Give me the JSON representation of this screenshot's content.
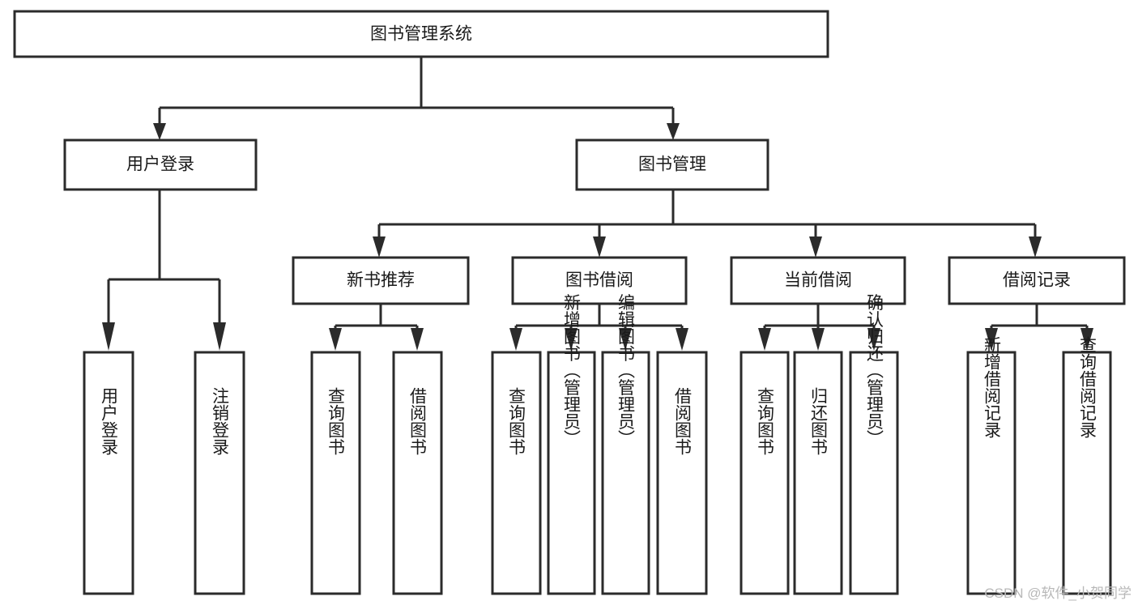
{
  "diagram": {
    "title": "图书管理系统",
    "type": "tree",
    "orientation": "top-down",
    "colors": {
      "box_stroke": "#2b2b2b",
      "box_fill": "#ffffff",
      "text": "#1a1a1a",
      "connector": "#2b2b2b",
      "watermark": "#b8b8b8",
      "background": "#ffffff"
    },
    "levels": {
      "root": {
        "label": "图书管理系统"
      },
      "level2": [
        {
          "label": "用户登录"
        },
        {
          "label": "图书管理"
        }
      ],
      "level3": [
        {
          "label": "新书推荐"
        },
        {
          "label": "图书借阅"
        },
        {
          "label": "当前借阅"
        },
        {
          "label": "借阅记录"
        }
      ],
      "level4": [
        {
          "label": "用户登录",
          "parent": "用户登录"
        },
        {
          "label": "注销登录",
          "parent": "用户登录"
        },
        {
          "label": "查询图书",
          "parent": "新书推荐"
        },
        {
          "label": "借阅图书",
          "parent": "新书推荐"
        },
        {
          "label": "查询图书",
          "parent": "图书借阅"
        },
        {
          "label": "新增图书（管理员）",
          "parent": "图书借阅"
        },
        {
          "label": "编辑图书（管理员）",
          "parent": "图书借阅"
        },
        {
          "label": "借阅图书",
          "parent": "图书借阅"
        },
        {
          "label": "查询图书",
          "parent": "当前借阅"
        },
        {
          "label": "归还图书",
          "parent": "当前借阅"
        },
        {
          "label": "确认归还（管理员）",
          "parent": "当前借阅"
        },
        {
          "label": "新增借阅记录",
          "parent": "借阅记录"
        },
        {
          "label": "查询借阅记录",
          "parent": "借阅记录"
        }
      ]
    },
    "nodes": {
      "root": "图书管理系统",
      "n_user_login": "用户登录",
      "n_book_manage": "图书管理",
      "n_new_book_rec": "新书推荐",
      "n_book_borrow": "图书借阅",
      "n_current_borrow": "当前借阅",
      "n_borrow_record": "借阅记录",
      "leaf_user_login": "用户登录",
      "leaf_logout": "注销登录",
      "leaf_query_book_1": "查询图书",
      "leaf_borrow_book_1": "借阅图书",
      "leaf_query_book_2": "查询图书",
      "leaf_add_book": "新增图书（管理员）",
      "leaf_edit_book": "编辑图书（管理员）",
      "leaf_borrow_book_2": "借阅图书",
      "leaf_query_book_3": "查询图书",
      "leaf_return_book": "归还图书",
      "leaf_confirm_return": "确认归还（管理员）",
      "leaf_add_record": "新增借阅记录",
      "leaf_query_record": "查询借阅记录"
    }
  },
  "watermark": {
    "text": "CSDN @软件_小贺同学"
  }
}
